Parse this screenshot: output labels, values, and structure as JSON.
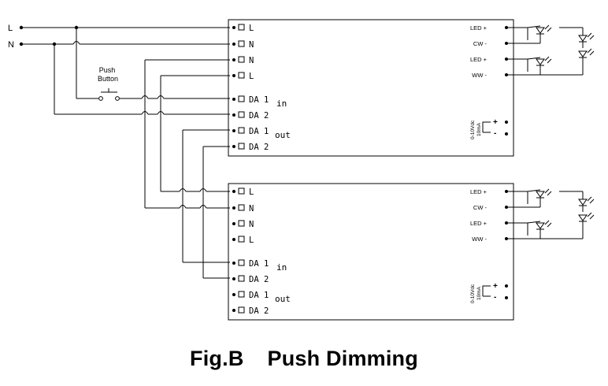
{
  "mains": {
    "l_label": "L",
    "n_label": "N"
  },
  "push_button": {
    "line1": "Push",
    "line2": "Button"
  },
  "drivers": [
    {
      "terminals_left": [
        "L",
        "N",
        "N",
        "L",
        "DA 1",
        "DA 2",
        "DA 1",
        "DA 2"
      ],
      "group_in": "in",
      "group_out": "out",
      "terminals_right": [
        "LED +",
        "CW -",
        "LED +",
        "WW -"
      ],
      "dimmer": {
        "text": "0-10Vdc",
        "sub": "10mA"
      }
    },
    {
      "terminals_left": [
        "L",
        "N",
        "N",
        "L",
        "DA 1",
        "DA 2",
        "DA 1",
        "DA 2"
      ],
      "group_in": "in",
      "group_out": "out",
      "terminals_right": [
        "LED +",
        "CW -",
        "LED +",
        "WW -"
      ],
      "dimmer": {
        "text": "0-10Vdc",
        "sub": "10mA"
      }
    }
  ],
  "caption": {
    "fig": "Fig.B",
    "title": "Push Dimming"
  }
}
